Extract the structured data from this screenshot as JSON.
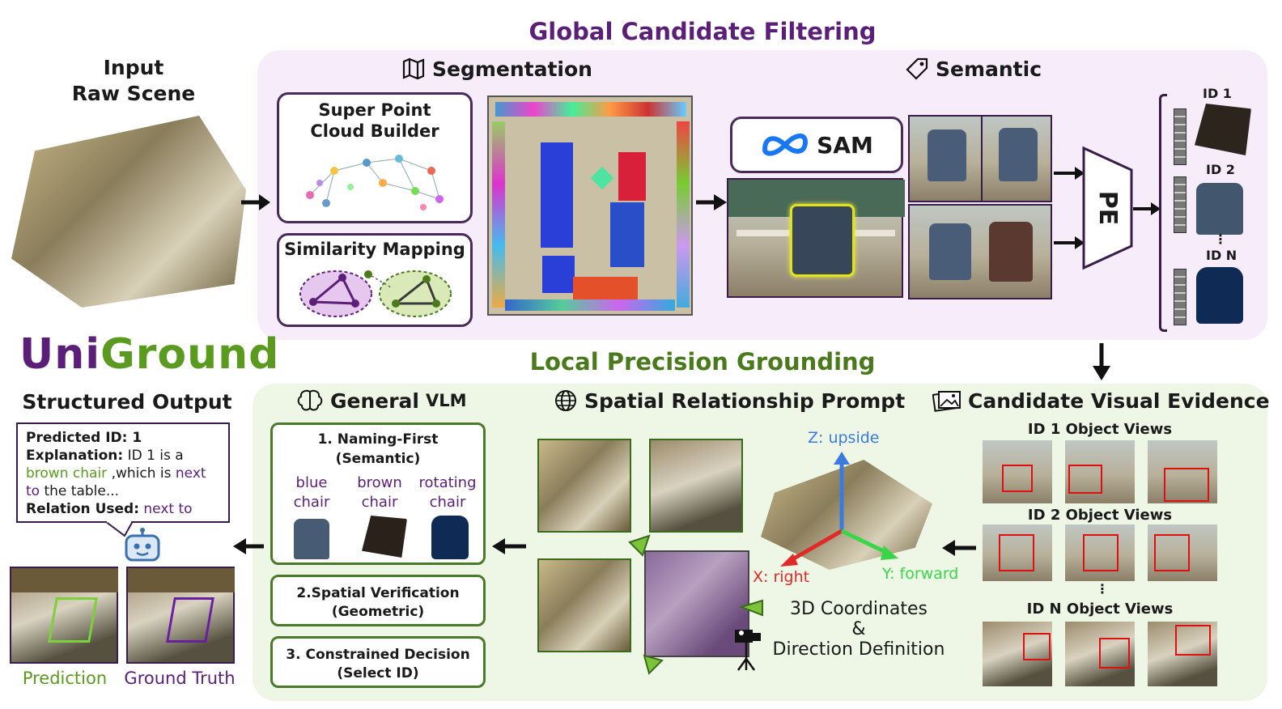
{
  "titles": {
    "global": "Global Candidate Filtering",
    "local": "Local Precision Grounding",
    "brand_a": "Uni",
    "brand_b": "Ground"
  },
  "input": {
    "line1": "Input",
    "line2": "Raw Scene"
  },
  "segmentation": {
    "header": "Segmentation",
    "super_point": "Super Point Cloud Builder",
    "similarity": "Similarity Mapping"
  },
  "semantic": {
    "header": "Semantic",
    "sam": "SAM",
    "pe": "PE",
    "ids": [
      "ID 1",
      "ID 2",
      "ID N"
    ],
    "dots": "⋮"
  },
  "evidence": {
    "header": "Candidate Visual Evidence",
    "rows": [
      "ID 1 Object Views",
      "ID 2 Object Views",
      "ID N Object Views"
    ],
    "dots": "⋮"
  },
  "spatial": {
    "header": "Spatial Relationship Prompt",
    "z": "Z: upside",
    "x": "X: right",
    "y": "Y: forward",
    "caption1": "3D Coordinates",
    "caption2": "&",
    "caption3": "Direction Definition"
  },
  "vlm": {
    "header_a": "General",
    "header_b": "VLM",
    "step1": "1. Naming-First (Semantic)",
    "labels": [
      [
        "blue",
        "chair"
      ],
      [
        "brown",
        "chair"
      ],
      [
        "rotating",
        "chair"
      ]
    ],
    "step2_a": "2.Spatial Verification",
    "step2_b": "(Geometric)",
    "step3_a": "3. Constrained Decision",
    "step3_b": "(Select ID)"
  },
  "output": {
    "header": "Structured Output",
    "pred_label": "Predicted ID: 1",
    "expl_label": "Explanation:",
    "expl_1": "ID 1 is a",
    "expl_brown": "brown",
    "expl_chair": "chair",
    "expl_2": ",which is",
    "expl_next": "next to",
    "expl_3": "the table...",
    "rel_label": "Relation Used:",
    "rel_value": "next to",
    "prediction": "Prediction",
    "ground_truth": "Ground Truth"
  },
  "colors": {
    "purple": "#5b1f7a",
    "green": "#4b7a1c",
    "red": "#d11"
  }
}
